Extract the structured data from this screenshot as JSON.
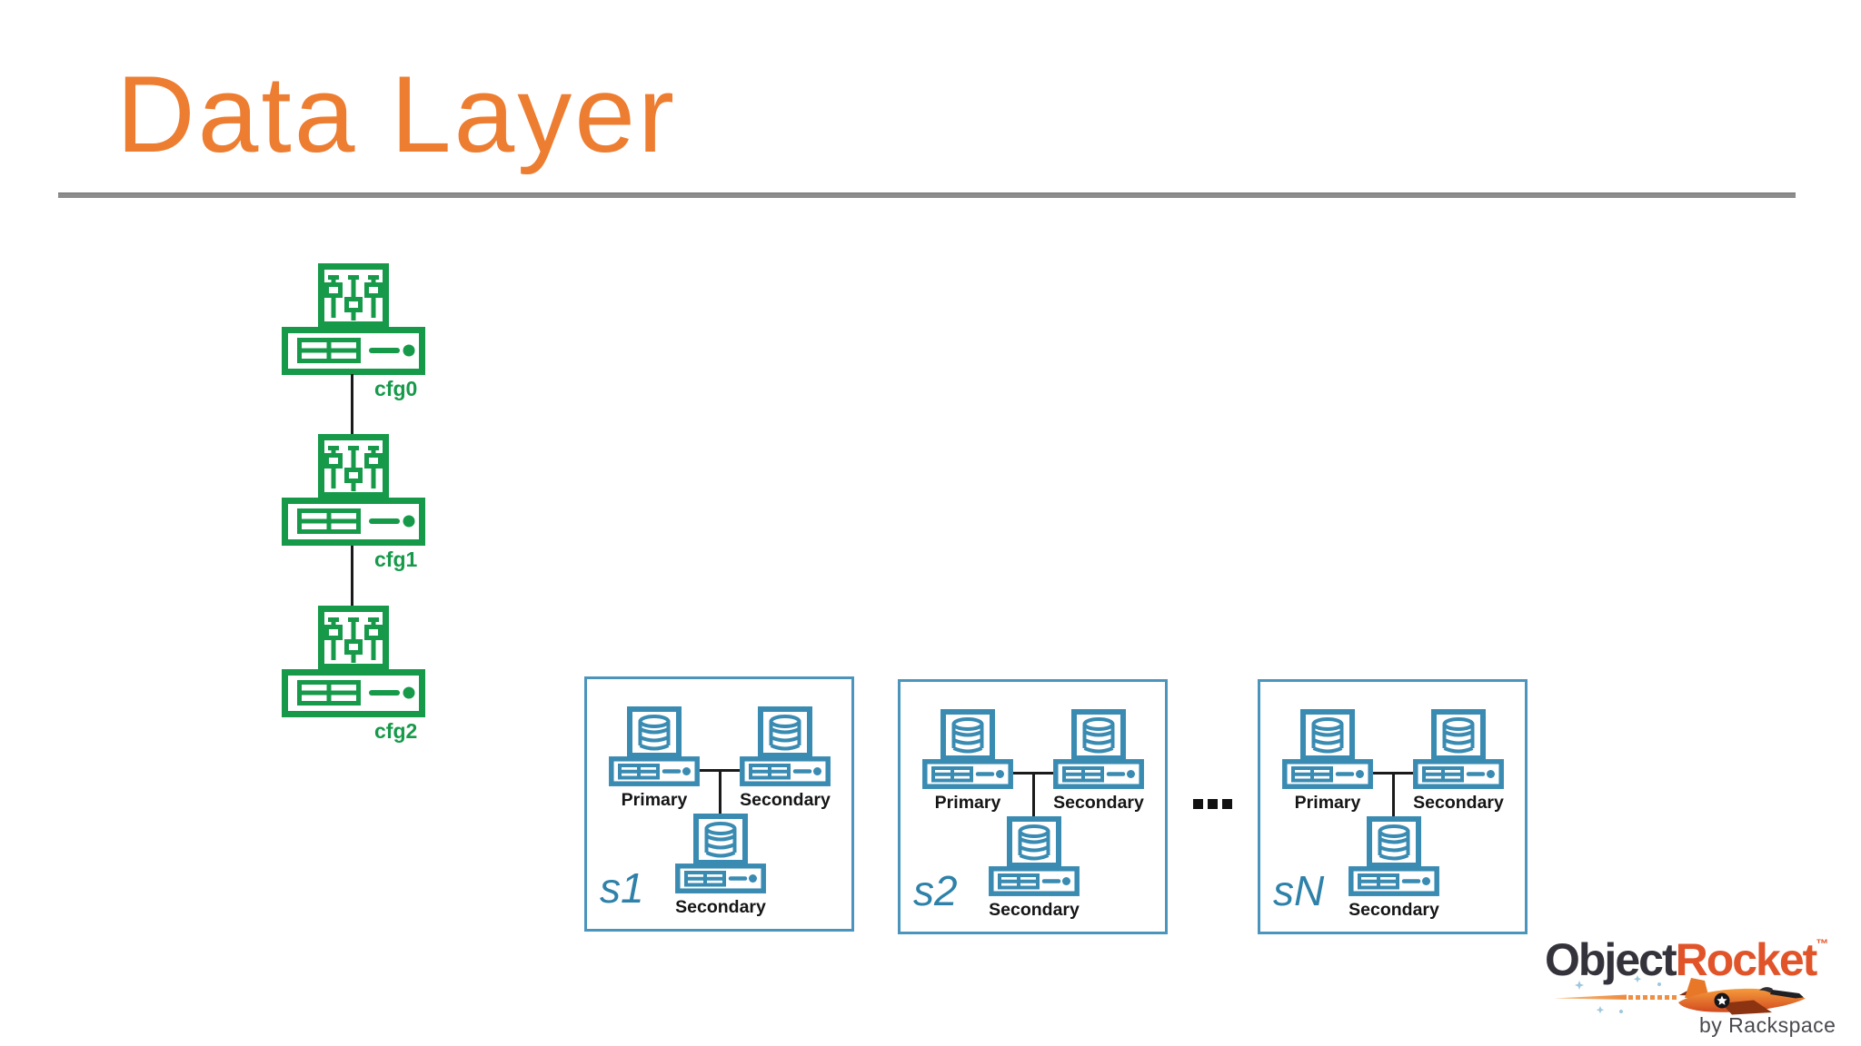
{
  "slide": {
    "title": "Data Layer",
    "more_shards_indicator": "..."
  },
  "colors": {
    "title-orange": "#ED7D31",
    "divider-gray": "#8C8C8C",
    "config-green": "#169A4A",
    "shard-blue": "#3A8BB2",
    "shard-border-blue": "#4B95BC",
    "shard-label-blue": "#2E81A8",
    "node-label-black": "#151515",
    "connector-black": "#1A1A1A",
    "ellipsis-black": "#111111",
    "logo-dark": "#34333B",
    "logo-orange": "#E1542A",
    "logo-gray": "#49484F"
  },
  "config_servers": {
    "nodes": [
      {
        "label": "cfg0"
      },
      {
        "label": "cfg1"
      },
      {
        "label": "cfg2"
      }
    ]
  },
  "shards": [
    {
      "label": "s1",
      "nodes": [
        {
          "role": "Primary"
        },
        {
          "role": "Secondary"
        },
        {
          "role": "Secondary"
        }
      ]
    },
    {
      "label": "s2",
      "nodes": [
        {
          "role": "Primary"
        },
        {
          "role": "Secondary"
        },
        {
          "role": "Secondary"
        }
      ]
    },
    {
      "label": "sN",
      "nodes": [
        {
          "role": "Primary"
        },
        {
          "role": "Secondary"
        },
        {
          "role": "Secondary"
        }
      ]
    }
  ],
  "logo": {
    "brand_part1": "Object",
    "brand_part2": "Rocket",
    "trademark": "™",
    "tagline": "by Rackspace"
  }
}
